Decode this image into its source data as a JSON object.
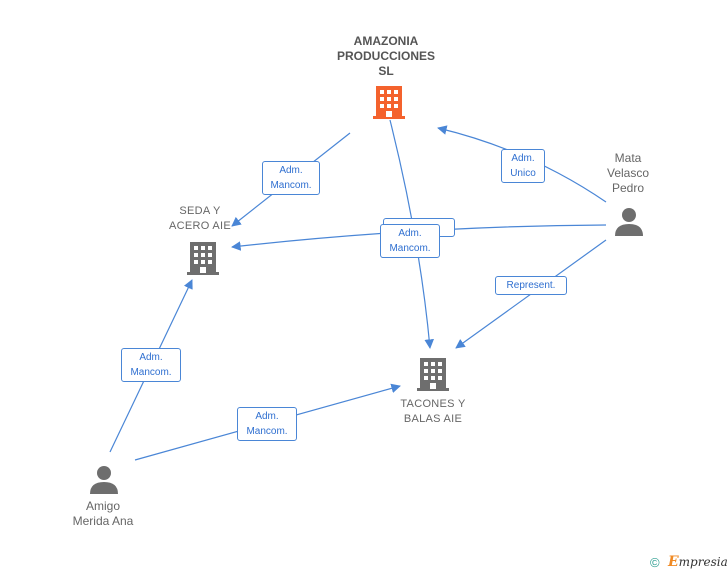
{
  "nodes": {
    "amazonia": {
      "label": "AMAZONIA\nPRODUCCIONES\nSL",
      "icon": "building-icon",
      "color": "#f4622d"
    },
    "seda": {
      "label": "SEDA Y\nACERO AIE",
      "icon": "building-icon",
      "color": "#6e6e6e"
    },
    "tacones": {
      "label": "TACONES Y\nBALAS AIE",
      "icon": "building-icon",
      "color": "#6e6e6e"
    },
    "mata": {
      "label": "Mata\nVelasco\nPedro",
      "icon": "person-icon",
      "color": "#6e6e6e"
    },
    "amigo": {
      "label": "Amigo\nMerida Ana",
      "icon": "person-icon",
      "color": "#6e6e6e"
    }
  },
  "edges": {
    "amazonia_seda": "Adm.\nMancom.",
    "mata_amazonia": "Adm.\nUnico",
    "mata_seda_tacones": "Adm.\nMancom.",
    "mata_tacones": "Represent.",
    "amigo_seda": "Adm.\nMancom.",
    "amigo_tacones": "Adm.\nMancom."
  },
  "footer": {
    "copyright_symbol": "©",
    "brand_first": "E",
    "brand_rest": "mpresia"
  },
  "colors": {
    "edge": "#4a86d6",
    "company_main": "#f4622d",
    "node": "#6e6e6e"
  }
}
